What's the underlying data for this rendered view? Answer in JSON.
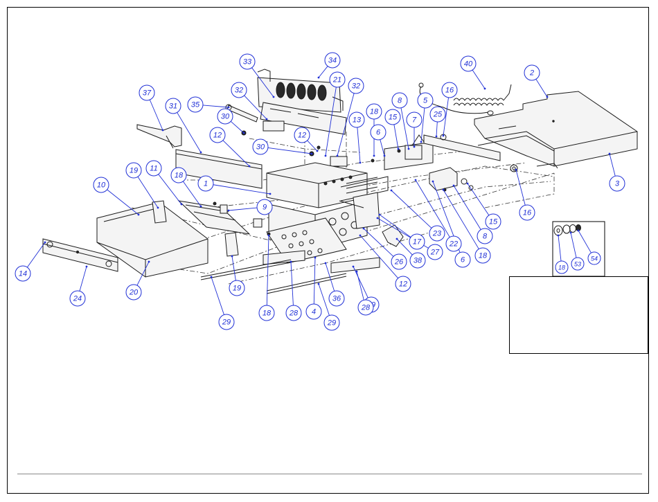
{
  "callouts": [
    {
      "id": "c33",
      "label": "33"
    },
    {
      "id": "c34",
      "label": "34"
    },
    {
      "id": "c40",
      "label": "40"
    },
    {
      "id": "c2",
      "label": "2"
    },
    {
      "id": "c37",
      "label": "37"
    },
    {
      "id": "c32a",
      "label": "32"
    },
    {
      "id": "c21",
      "label": "21"
    },
    {
      "id": "c32b",
      "label": "32"
    },
    {
      "id": "c31",
      "label": "31"
    },
    {
      "id": "c35",
      "label": "35"
    },
    {
      "id": "c8a",
      "label": "8"
    },
    {
      "id": "c5",
      "label": "5"
    },
    {
      "id": "c16a",
      "label": "16"
    },
    {
      "id": "c30a",
      "label": "30"
    },
    {
      "id": "c18a",
      "label": "18"
    },
    {
      "id": "c15a",
      "label": "15"
    },
    {
      "id": "c7",
      "label": "7"
    },
    {
      "id": "c13",
      "label": "13"
    },
    {
      "id": "c25",
      "label": "25"
    },
    {
      "id": "c6a",
      "label": "6"
    },
    {
      "id": "c12a",
      "label": "12"
    },
    {
      "id": "c12b",
      "label": "12"
    },
    {
      "id": "c30b",
      "label": "30"
    },
    {
      "id": "c19a",
      "label": "19"
    },
    {
      "id": "c11",
      "label": "11"
    },
    {
      "id": "c18b",
      "label": "18"
    },
    {
      "id": "c1",
      "label": "1"
    },
    {
      "id": "c10",
      "label": "10"
    },
    {
      "id": "c9",
      "label": "9"
    },
    {
      "id": "c3",
      "label": "3"
    },
    {
      "id": "c16b",
      "label": "16"
    },
    {
      "id": "c15b",
      "label": "15"
    },
    {
      "id": "c8b",
      "label": "8"
    },
    {
      "id": "c23",
      "label": "23"
    },
    {
      "id": "c17",
      "label": "17"
    },
    {
      "id": "c22",
      "label": "22"
    },
    {
      "id": "c27",
      "label": "27"
    },
    {
      "id": "c6b",
      "label": "6"
    },
    {
      "id": "c18c",
      "label": "18"
    },
    {
      "id": "c26",
      "label": "26"
    },
    {
      "id": "c38",
      "label": "38"
    },
    {
      "id": "c14",
      "label": "14"
    },
    {
      "id": "c19b",
      "label": "19"
    },
    {
      "id": "c20",
      "label": "20"
    },
    {
      "id": "c24",
      "label": "24"
    },
    {
      "id": "c12c",
      "label": "12"
    },
    {
      "id": "c36",
      "label": "36"
    },
    {
      "id": "c39",
      "label": "39"
    },
    {
      "id": "c28a",
      "label": "28"
    },
    {
      "id": "c28b",
      "label": "28"
    },
    {
      "id": "c4",
      "label": "4"
    },
    {
      "id": "c18d",
      "label": "18"
    },
    {
      "id": "c29a",
      "label": "29"
    },
    {
      "id": "c29b",
      "label": "29"
    }
  ],
  "inset": {
    "callouts": [
      {
        "id": "i18",
        "label": "18"
      },
      {
        "id": "i53",
        "label": "53"
      },
      {
        "id": "i54",
        "label": "54"
      }
    ]
  },
  "colors": {
    "callout": "#1f2fd6",
    "line": "#1a1a1a",
    "frame": "#000000"
  }
}
